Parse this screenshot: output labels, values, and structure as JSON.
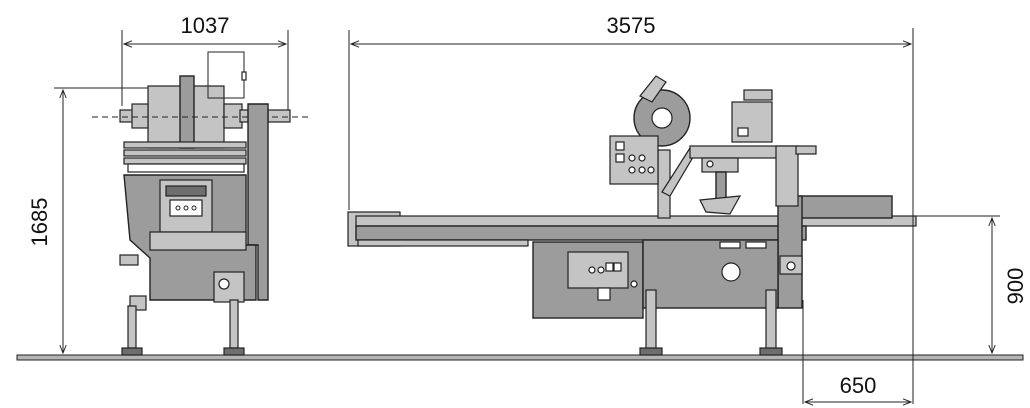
{
  "dimensions": {
    "side_width": "1037",
    "total_length": "3575",
    "height": "1685",
    "table_height": "900",
    "infeed_length": "650"
  },
  "colors": {
    "machine_body": "#9c9c9c",
    "machine_light": "#c4c4c4",
    "machine_dark": "#6e6e6e",
    "line": "#222222"
  }
}
